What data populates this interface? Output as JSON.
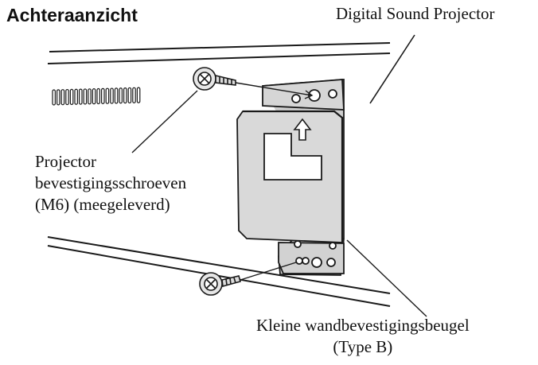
{
  "heading": "Achteraanzicht",
  "labels": {
    "product": "Digital Sound Projector",
    "screws": [
      "Projector",
      "bevestigingsschroeven",
      "(M6) (meegeleverd)"
    ],
    "bracket": [
      "Kleine wandbevestigingsbeugel",
      "(Type B)"
    ]
  },
  "colors": {
    "line": "#1a1a1a",
    "bracket_fill": "#d6d6d6",
    "bracket_hole": "#ffffff"
  },
  "icons": {
    "arrow": "up-arrow-icon"
  }
}
